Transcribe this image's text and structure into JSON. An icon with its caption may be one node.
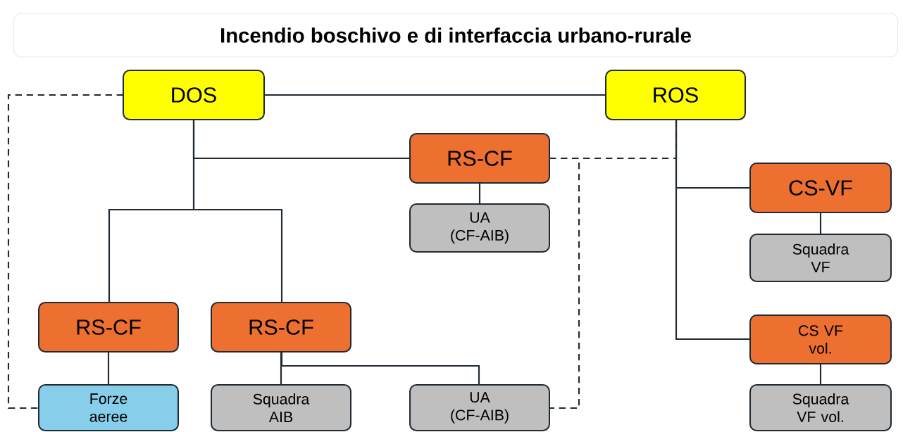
{
  "diagram": {
    "title": "Incendio boschivo e di interfaccia urbano-rurale",
    "nodes": [
      {
        "text": [
          "DOS"
        ]
      },
      {
        "text": [
          "ROS"
        ]
      },
      {
        "text": [
          "RS-CF"
        ]
      },
      {
        "text": [
          "UA (CF-AIB)"
        ]
      },
      {
        "text": [
          "CS-VF"
        ]
      },
      {
        "text": [
          "Squadra VF"
        ]
      },
      {
        "text": [
          "RS-CF"
        ]
      },
      {
        "text": [
          "RS-CF"
        ]
      },
      {
        "text": [
          "CS VF vol."
        ]
      },
      {
        "text": [
          "Forze aeree"
        ]
      },
      {
        "text": [
          "Squadra AIB"
        ]
      },
      {
        "text": [
          "UA (CF-AIB)"
        ]
      },
      {
        "text": [
          "Squadra VF vol."
        ]
      }
    ],
    "edges": [
      {
        "from": 0,
        "to": 1,
        "arrow": "none"
      },
      {
        "from": 0,
        "to": 2,
        "arrow": "none"
      },
      {
        "from": 0,
        "to": 6,
        "arrow": "none"
      },
      {
        "from": 0,
        "to": 7,
        "arrow": "none"
      },
      {
        "from": 1,
        "to": 4,
        "arrow": "none"
      },
      {
        "from": 1,
        "to": 8,
        "arrow": "none"
      },
      {
        "from": 2,
        "to": 3,
        "arrow": "none"
      },
      {
        "from": 2,
        "to": 1,
        "arrow": "none",
        "style": "dashed"
      },
      {
        "from": 0,
        "to": 9,
        "arrow": "none",
        "style": "dashed"
      },
      {
        "from": 2,
        "to": 11,
        "arrow": "none",
        "style": "dashed"
      },
      {
        "from": 6,
        "to": 9,
        "arrow": "none"
      },
      {
        "from": 7,
        "to": 10,
        "arrow": "none"
      },
      {
        "from": 7,
        "to": 11,
        "arrow": "none"
      },
      {
        "from": 4,
        "to": 5,
        "arrow": "none"
      },
      {
        "from": 8,
        "to": 12,
        "arrow": "none"
      }
    ]
  }
}
